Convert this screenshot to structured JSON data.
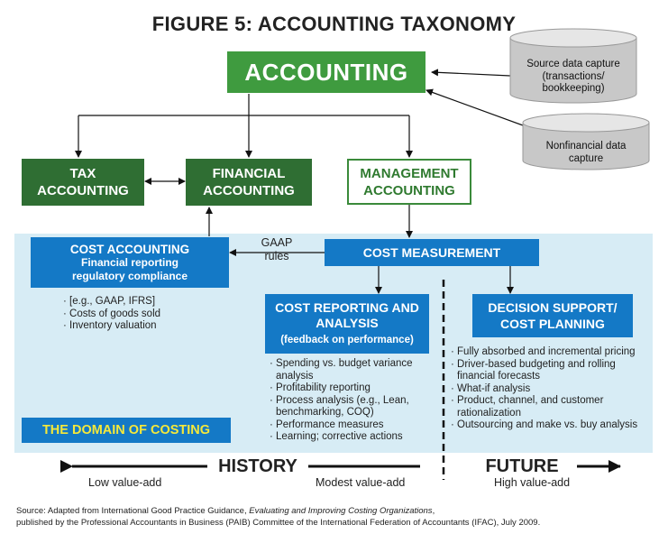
{
  "title": "FIGURE 5: ACCOUNTING TAXONOMY",
  "accounting": "ACCOUNTING",
  "source_data": [
    "Source data capture",
    "(transactions/",
    "bookkeeping)"
  ],
  "nonfinancial": [
    "Nonfinancial data",
    "capture"
  ],
  "tax": [
    "TAX",
    "ACCOUNTING"
  ],
  "financial": [
    "FINANCIAL",
    "ACCOUNTING"
  ],
  "management": [
    "MANAGEMENT",
    "ACCOUNTING"
  ],
  "cost_accounting": {
    "title": "COST ACCOUNTING",
    "sub": [
      "Financial reporting",
      "regulatory compliance"
    ],
    "items": [
      "[e.g., GAAP, IFRS]",
      "Costs of goods sold",
      "Inventory valuation"
    ]
  },
  "gaap_rules": [
    "GAAP",
    "rules"
  ],
  "cost_measurement": "COST MEASUREMENT",
  "cost_reporting": {
    "title": [
      "COST REPORTING AND",
      "ANALYSIS"
    ],
    "sub": "(feedback on performance)",
    "items": [
      "Spending vs. budget variance analysis",
      "Profitability reporting",
      "Process analysis (e.g., Lean, benchmarking, COQ)",
      "Performance measures",
      "Learning; corrective actions"
    ]
  },
  "decision_support": {
    "title": [
      "DECISION SUPPORT/",
      "COST PLANNING"
    ],
    "items": [
      "Fully absorbed and incremental pricing",
      "Driver-based budgeting and rolling financial forecasts",
      "What-if analysis",
      "Product, channel, and customer rationalization",
      "Outsourcing and make vs. buy analysis"
    ]
  },
  "domain_label": "THE DOMAIN OF COSTING",
  "history": "HISTORY",
  "future": "FUTURE",
  "low_value": "Low value-add",
  "modest_value": "Modest value-add",
  "high_value": "High value-add",
  "source_line1_a": "Source: Adapted from International Good Practice Guidance, ",
  "source_line1_b": "Evaluating and Improving Costing Organizations",
  "source_line1_c": ",",
  "source_line2": "published by the Professional Accountants in Business (PAIB) Committee of the International Federation of Accountants (IFAC), July 2009.",
  "colors": {
    "green": "#3f9b3f",
    "dark_green": "#2f6e33",
    "blue": "#1479c6",
    "domain_bg": "#d7ecf5",
    "yellow": "#f5e83a"
  }
}
